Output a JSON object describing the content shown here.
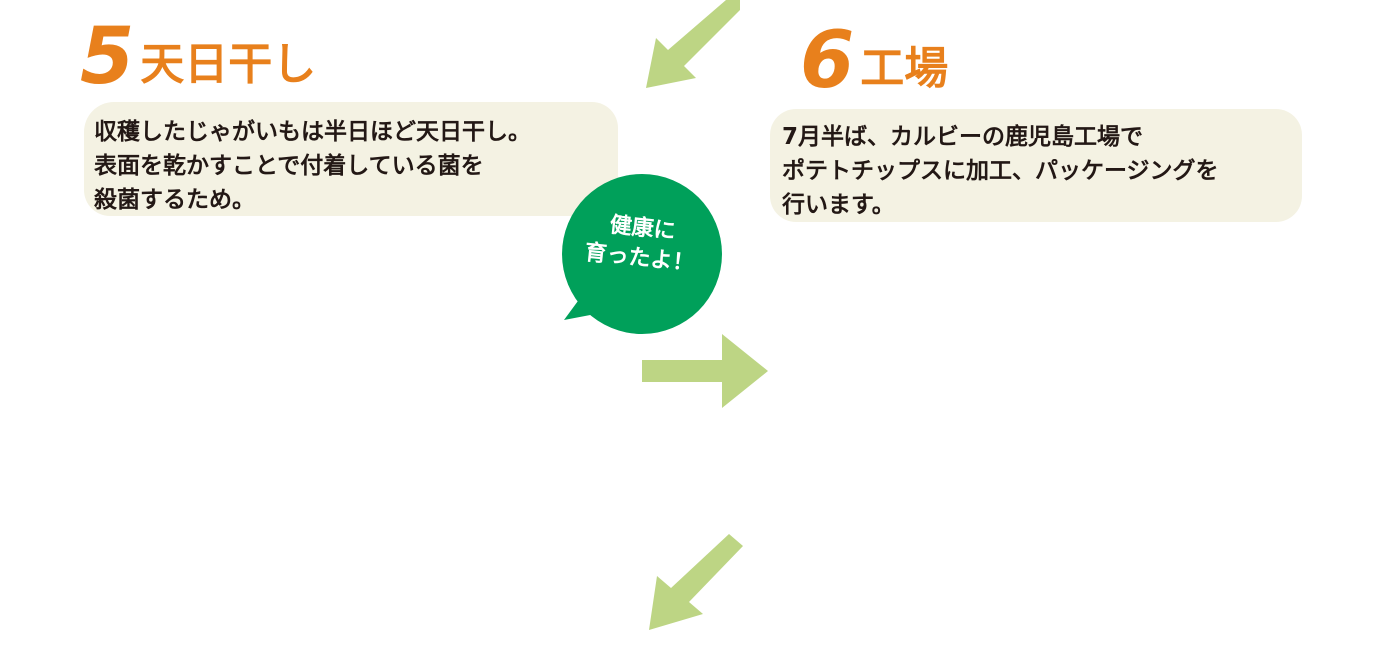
{
  "colors": {
    "heading": "#e8801c",
    "box_background": "#f4f2e3",
    "text": "#231815",
    "arrow": "#bdd584",
    "bubble": "#00a05a"
  },
  "step5": {
    "number": "5",
    "title": "天日干し",
    "description_lines": [
      "収穫したじゃがいもは半日ほど天日干し。",
      "表面を乾かすことで付着している菌を",
      "殺菌するため。"
    ]
  },
  "step6": {
    "number": "6",
    "title": "工場",
    "description_lines": [
      "7月半ば、カルビーの鹿児島工場で",
      "ポテトチップスに加工、パッケージングを",
      "行います。"
    ]
  },
  "bubble": {
    "lines": [
      "健康に",
      "育ったよ！"
    ]
  },
  "arrows": {
    "top": "arrow-down-left-icon",
    "middle": "arrow-right-icon",
    "bottom": "arrow-down-left-icon"
  }
}
